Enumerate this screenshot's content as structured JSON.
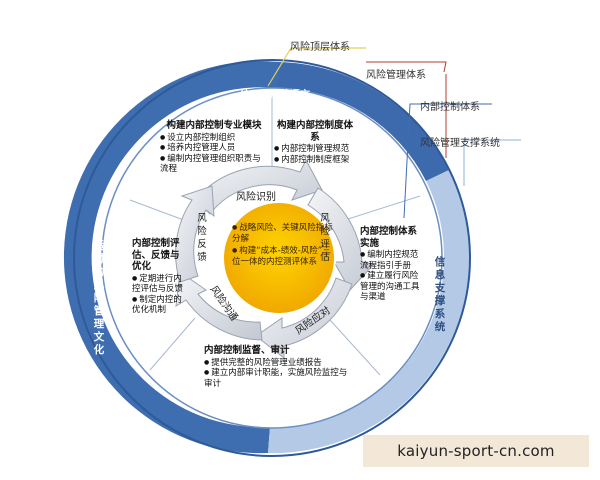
{
  "legend": {
    "top_system": "风险顶层体系",
    "management_system": "风险管理体系",
    "internal_control_system": "内部控制体系",
    "support_system": "风险管理支撑系统"
  },
  "outer_ring": {
    "top_label": "统一的风险语言",
    "left_label": "适时的风险管理文化",
    "right_label": "信息支撑系统"
  },
  "quadrants": {
    "top_left": {
      "title": "构建内部控制专业模块",
      "items": [
        "设立内部控制组织",
        "培养内控管理人员",
        "编制内控管理组织职责与流程"
      ]
    },
    "top_right": {
      "title": "构建内部控制度体系",
      "items": [
        "内部控制管理规范",
        "内部控制制度框架"
      ]
    },
    "right": {
      "title": "内部控制体系实施",
      "items": [
        "编制内控规范流程指引手册",
        "建立履行风险管理的沟通工具与渠道"
      ]
    },
    "bottom": {
      "title": "内部控制监督、审计",
      "items": [
        "提供完整的风险管理业绩报告",
        "建立内部审计职能，实施风险监控与审计"
      ]
    },
    "left": {
      "title": "内部控制评估、反馈与优化",
      "items": [
        "定期进行内控评估与反馈",
        "制定内控的优化机制"
      ]
    }
  },
  "cycle": {
    "identify": "风险识别",
    "assess": "风险评估",
    "respond": "风险应对",
    "communicate": "风险沟通",
    "feedback": "风险反馈"
  },
  "center": {
    "items": [
      "战略风险、关键风险指标分解",
      "构建“成本-绩效-风险”三位一体的内控测评体系"
    ]
  },
  "watermark": "kaiyun-sport-cn.com",
  "colors": {
    "outer_blue_dark": "#3f6fae",
    "outer_blue_light": "#a8c0e2",
    "center_orange": "#f5b400",
    "arrow_gray": "#c8cdd6",
    "ring_outer_line": "#6b8fc4"
  }
}
